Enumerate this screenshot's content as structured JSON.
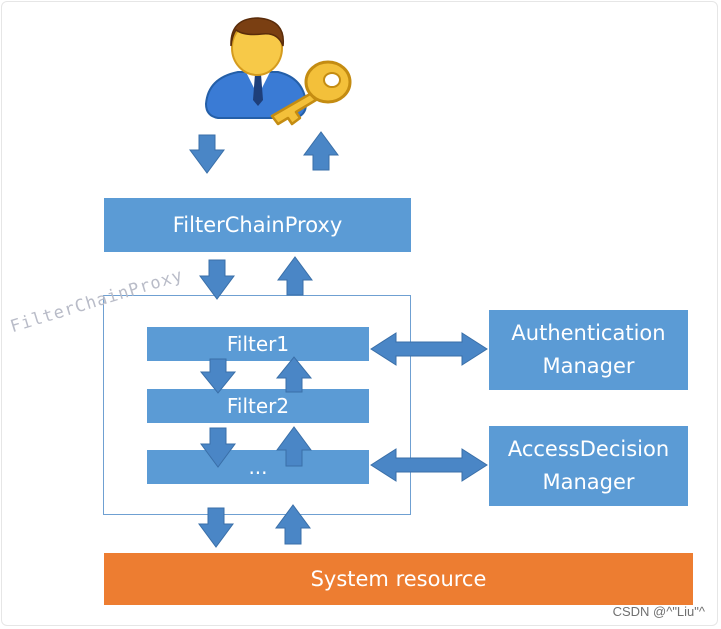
{
  "diagram": {
    "proxy_label": "FilterChainProxy",
    "watermark_label": "FilterChainProxy",
    "filters": [
      "Filter1",
      "Filter2",
      "..."
    ],
    "auth_manager": {
      "line1": "Authentication",
      "line2": "Manager"
    },
    "access_manager": {
      "line1": "AccessDecision",
      "line2": "Manager"
    },
    "resource_label": "System resource",
    "credit": "CSDN @^\"Liu\"^"
  },
  "colors": {
    "box_blue": "#5b9bd5",
    "arrow_blue": "#4a86c6",
    "resource_orange": "#ed7d31"
  },
  "icons": {
    "user": "user-with-key-icon"
  }
}
